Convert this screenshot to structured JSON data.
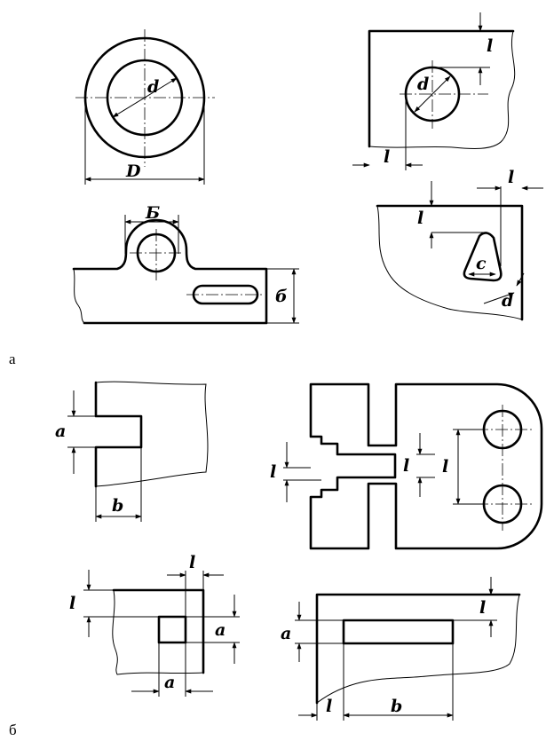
{
  "section_labels": {
    "a": "а",
    "b": "б"
  },
  "labels": {
    "d": "d",
    "D": "D",
    "l": "l",
    "B": "Б",
    "b": "б",
    "c": "c",
    "a": "a",
    "b_latin": "b"
  }
}
